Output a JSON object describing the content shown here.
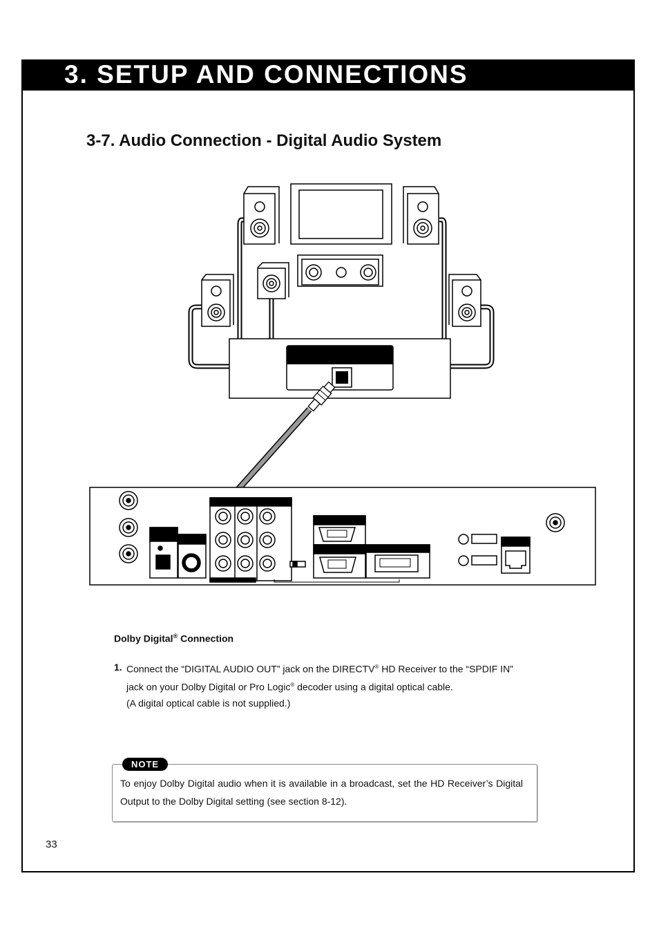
{
  "header": {
    "title": "3. SETUP AND CONNECTIONS"
  },
  "section": {
    "title": "3-7.  Audio Connection - Digital Audio System"
  },
  "diagram": {
    "icons": [
      "speaker-icon",
      "tv-icon",
      "audio-decoder-icon",
      "optical-cable-icon",
      "hd-receiver-icon"
    ]
  },
  "content": {
    "subheading": "Dolby Digital",
    "subheading_sup": "®",
    "subheading_suffix": " Connection",
    "step_number": "1.",
    "step_line1_a": "Connect the “DIGITAL AUDIO OUT” jack on the DIRECTV",
    "step_line1_sup": "®",
    "step_line1_b": " HD Receiver to the “SPDIF IN”",
    "step_line2_a": "jack on your Dolby Digital or Pro Logic",
    "step_line2_sup": "®",
    "step_line2_b": " decoder using a digital optical cable.",
    "step_line3": "(A digital optical cable is not supplied.)"
  },
  "note": {
    "label": "NOTE",
    "text": "To enjoy Dolby Digital audio when it is available in a broadcast, set the HD Receiver’s Digital Output to the Dolby Digital setting (see section 8-12)."
  },
  "footer": {
    "page_number": "33"
  }
}
